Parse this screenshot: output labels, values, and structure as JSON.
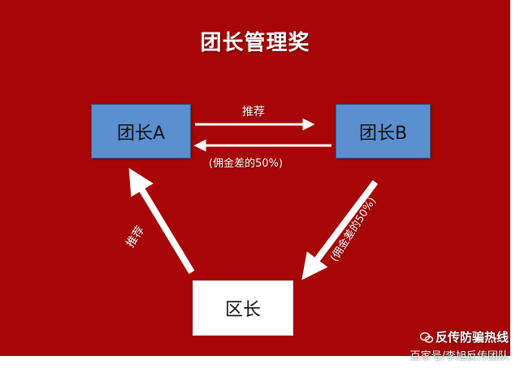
{
  "title": "团长管理奖",
  "nodes": {
    "a": "团长A",
    "b": "团长B",
    "c": "区长"
  },
  "edges": {
    "a_to_b": "推荐",
    "b_to_a": "(佣金差的50%)",
    "c_to_a": "推荐",
    "b_to_c": "(佣金差的50%)"
  },
  "watermark": {
    "line1": "反传防骗热线",
    "line2": "百家号/李旭反传团队"
  },
  "colors": {
    "background": "#a80606",
    "box_blue": "#5b8fd0",
    "arrow": "#ffffff"
  }
}
